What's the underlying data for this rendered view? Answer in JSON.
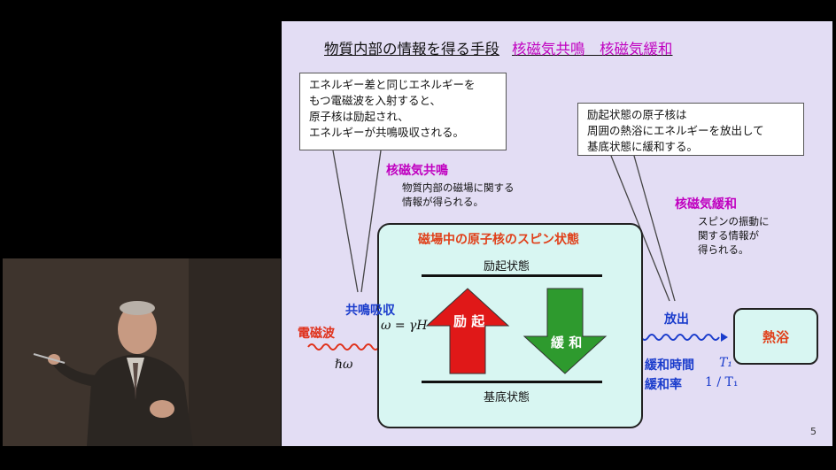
{
  "slide": {
    "title": "物質内部の情報を得る手段",
    "title_highlight": "核磁気共鳴　核磁気緩和",
    "left_box": [
      "エネルギー差と同じエネルギーを",
      "もつ電磁波を入射すると、",
      "原子核は励起され、",
      "エネルギーが共鳴吸収される。"
    ],
    "nmr_label": "核磁気共鳴",
    "nmr_desc": [
      "物質内部の磁場に関する",
      "情報が得られる。"
    ],
    "right_box": [
      "励起状態の原子核は",
      "周囲の熱浴にエネルギーを放出して",
      "基底状態に緩和する。"
    ],
    "relax_label": "核磁気緩和",
    "relax_desc": [
      "スピンの振動に",
      "関する情報が",
      "得られる。"
    ],
    "panel_title": "磁場中の原子核のスピン状態",
    "excited_state": "励起状態",
    "ground_state": "基底状態",
    "up_arrow": "励 起",
    "down_arrow": "緩 和",
    "resonance_absorption": "共鳴吸収",
    "omega_formula": "ω = γH",
    "em_wave": "電磁波",
    "hbar_omega": "ℏω",
    "emission": "放出",
    "heat_bath": "熱浴",
    "relax_time": "緩和時間",
    "relax_time_sym": "T₁",
    "relax_rate": "緩和率",
    "relax_rate_sym": "1 / T₁",
    "page_number": "5"
  },
  "colors": {
    "magenta": "#c000c0",
    "red": "#e0301a",
    "blue": "#1a3ccc",
    "green": "#2e9a2e",
    "panel": "#d8f6f2"
  }
}
